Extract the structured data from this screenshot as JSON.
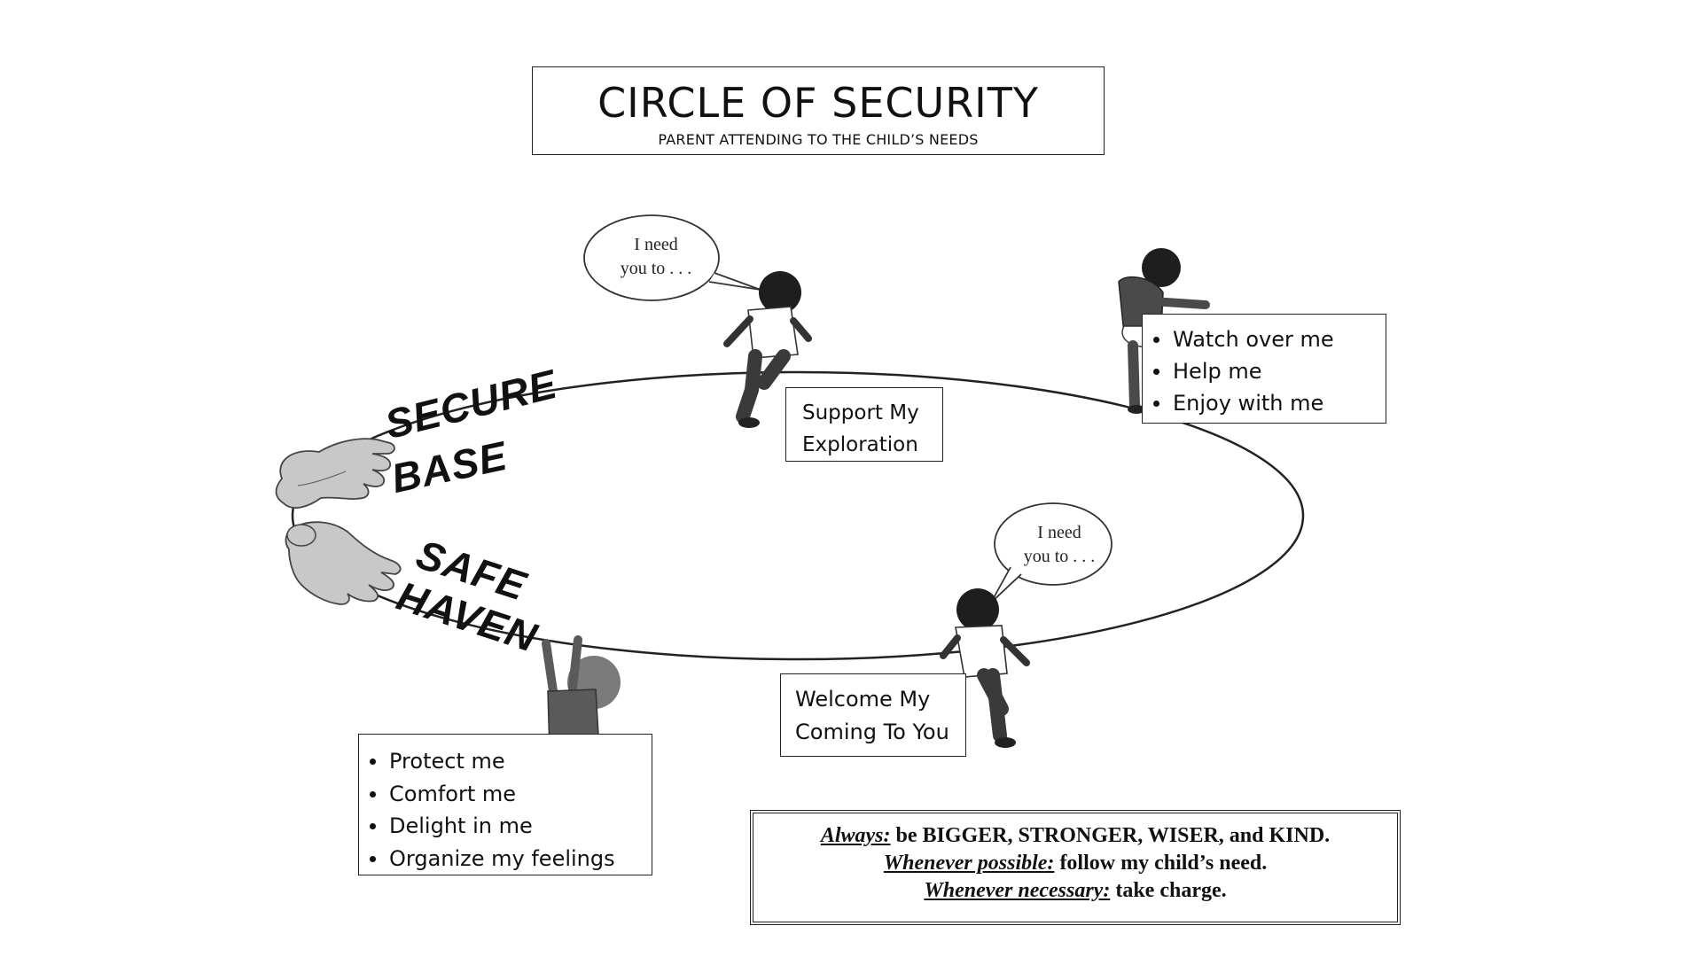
{
  "title": {
    "main": "CIRCLE OF SECURITY",
    "subtitle": "PARENT ATTENDING TO THE CHILD’S NEEDS"
  },
  "bubbles": [
    {
      "line1": "I need",
      "line2": "you to . . ."
    },
    {
      "line1": "I need",
      "line2": "you to . . ."
    }
  ],
  "labels": {
    "secure": "SECURE",
    "base": "BASE",
    "safe": "SAFE",
    "haven": "HAVEN"
  },
  "support_box": {
    "line1": "Support My",
    "line2": "Exploration"
  },
  "welcome_box": {
    "line1": "Welcome My",
    "line2": "Coming To You"
  },
  "watch_list": [
    "Watch over me",
    "Help me",
    "Enjoy with me"
  ],
  "protect_list": [
    "Protect me",
    "Comfort me",
    "Delight in me",
    "Organize my feelings"
  ],
  "always": {
    "line1_key": "Always:",
    "line1_text": " be BIGGER, STRONGER, WISER, and KIND.",
    "line2_key": "Whenever possible:",
    "line2_text": " follow my child’s need.",
    "line3_key": "Whenever necessary:",
    "line3_text": " take charge."
  },
  "icons": [
    "hand-icon",
    "hand-icon",
    "child-figure-icon",
    "speech-bubble-icon"
  ]
}
